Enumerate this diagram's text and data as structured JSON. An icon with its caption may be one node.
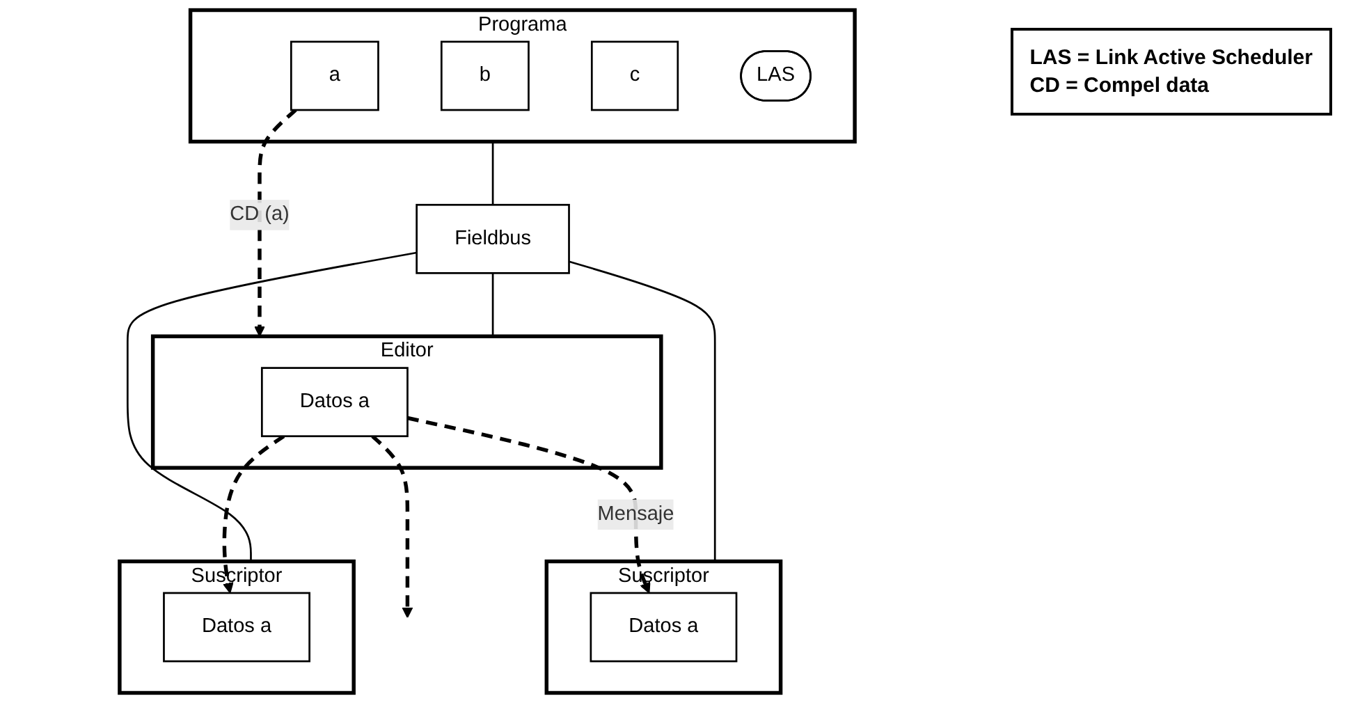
{
  "diagram": {
    "nodes": [
      {
        "text": [
          "Programa"
        ]
      },
      {
        "text": [
          "a"
        ],
        "in": 0
      },
      {
        "text": [
          "b"
        ],
        "in": 0
      },
      {
        "text": [
          "c"
        ],
        "in": 0
      },
      {
        "text": [
          "LAS"
        ],
        "in": 0
      },
      {
        "text": [
          "Fieldbus"
        ]
      },
      {
        "text": [
          "Editor"
        ]
      },
      {
        "text": [
          "Datos a"
        ],
        "in": 6
      },
      {
        "text": [
          "Suscriptor"
        ]
      },
      {
        "text": [
          "Datos a"
        ],
        "in": 8
      },
      {
        "text": [
          "Suscriptor"
        ]
      },
      {
        "text": [
          "Datos a"
        ],
        "in": 10
      }
    ],
    "edges": [
      {
        "from": 0,
        "to": 5,
        "arrow": "none"
      },
      {
        "from": 1,
        "to": 6,
        "arrow": "to",
        "style": "dashed",
        "label": "CD (a)"
      },
      {
        "from": 5,
        "to": 6,
        "arrow": "none"
      },
      {
        "from": 5,
        "to": 8,
        "arrow": "none"
      },
      {
        "from": 5,
        "to": 10,
        "arrow": "none"
      },
      {
        "from": 7,
        "to": 9,
        "arrow": "to",
        "style": "dashed",
        "label": "Mensaje"
      },
      {
        "from": 7,
        "to": 11,
        "arrow": "to",
        "style": "dashed"
      },
      {
        "from": 7,
        "to": null,
        "arrow": "to",
        "style": "dashed"
      }
    ],
    "labels": [
      "LAS = Link Active Scheduler",
      "CD = Compel data"
    ]
  }
}
